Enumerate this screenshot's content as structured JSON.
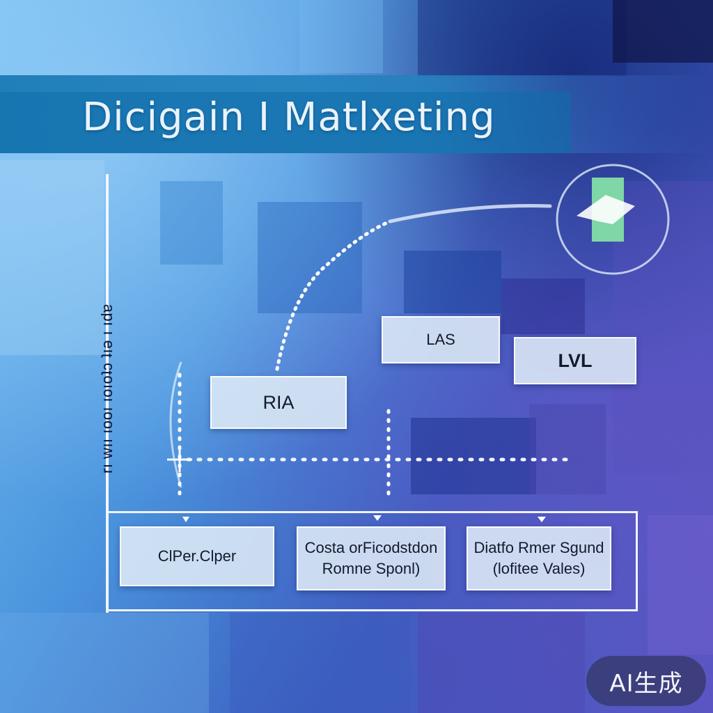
{
  "title": "Dicigain I Matlxeting",
  "y_axis_label": "rı wıı ıooı ıoıoʇɔ ʇıǝ ı ıdɐ",
  "top_boxes": [
    {
      "label": "LAS"
    },
    {
      "label": "LVL"
    },
    {
      "label": "RIA"
    }
  ],
  "bottom_boxes": [
    {
      "line1": "ClPer.Clper",
      "line2": ""
    },
    {
      "line1": "Costa orFicodstdon",
      "line2": "Romne Sponl)"
    },
    {
      "line1": "Diatfo Rmer Sgund",
      "line2": "(lofitee Vales)"
    }
  ],
  "badge": "AI生成",
  "colors": {
    "title_band": "#1f7fb8",
    "box_fill": "#deeaf6",
    "accent_green": "#7fd6a6",
    "dots": "#ffffff"
  }
}
